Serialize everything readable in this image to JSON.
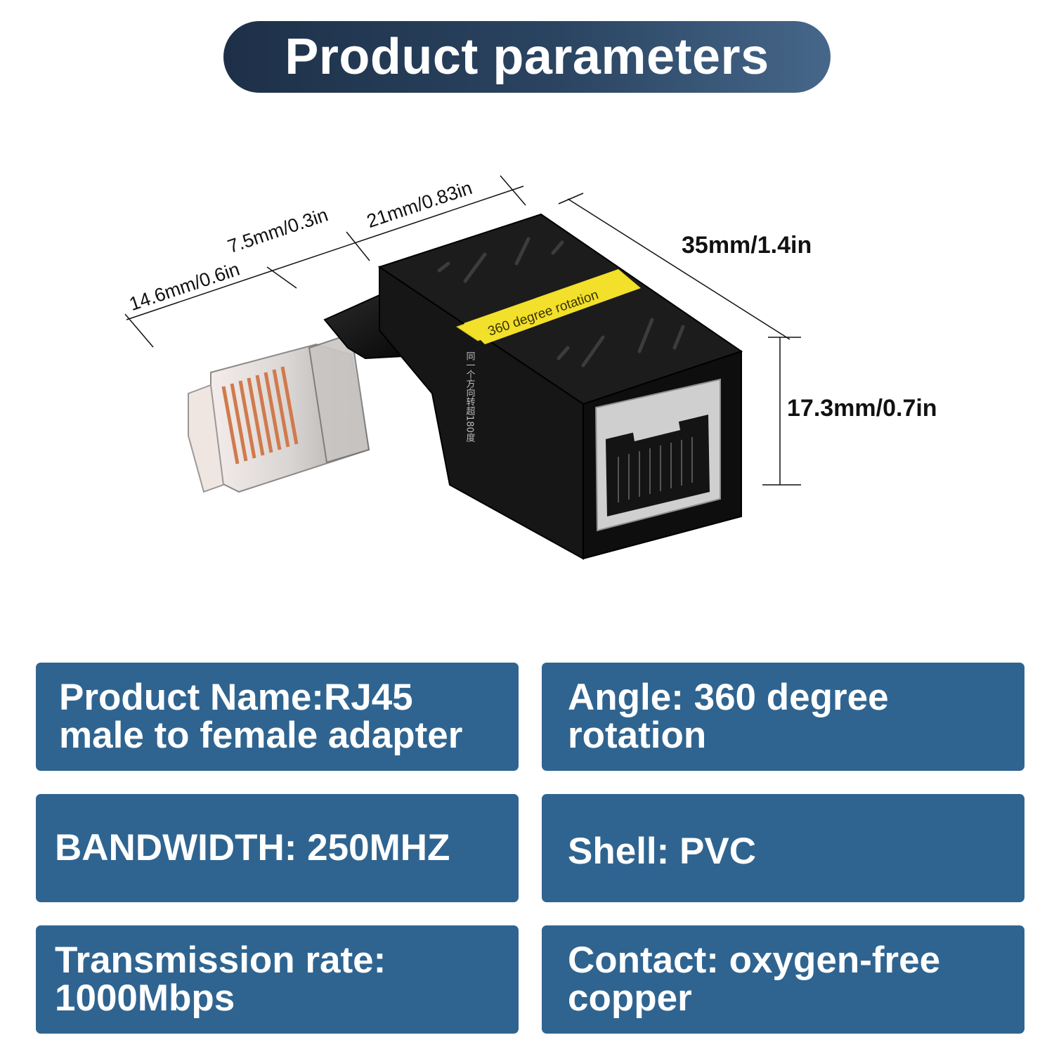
{
  "header": {
    "title": "Product parameters"
  },
  "dimensions": {
    "plug_length": "14.6mm/0.6in",
    "neck_length": "7.5mm/0.3in",
    "body_length": "21mm/0.83in",
    "total_length": "35mm/1.4in",
    "height": "17.3mm/0.7in"
  },
  "product_image": {
    "band_label": "360 degree rotation",
    "side_text": "同一个方向转超180度",
    "colors": {
      "body": "#0b0b0b",
      "band": "#f2e02a",
      "pins": "#d98a5a"
    }
  },
  "specs": [
    {
      "lines": [
        "Product Name:RJ45",
        "male to female adapter"
      ]
    },
    {
      "lines": [
        "Angle: 360 degree",
        "rotation"
      ]
    },
    {
      "lines": [
        "BANDWIDTH: 250MHZ"
      ]
    },
    {
      "lines": [
        "Shell: PVC"
      ]
    },
    {
      "lines": [
        "Transmission rate:",
        "1000Mbps"
      ]
    },
    {
      "lines": [
        "Contact: oxygen-free",
        "copper"
      ]
    }
  ],
  "colors": {
    "card_bg": "#2f6490",
    "title_bg": "#2a4461"
  }
}
